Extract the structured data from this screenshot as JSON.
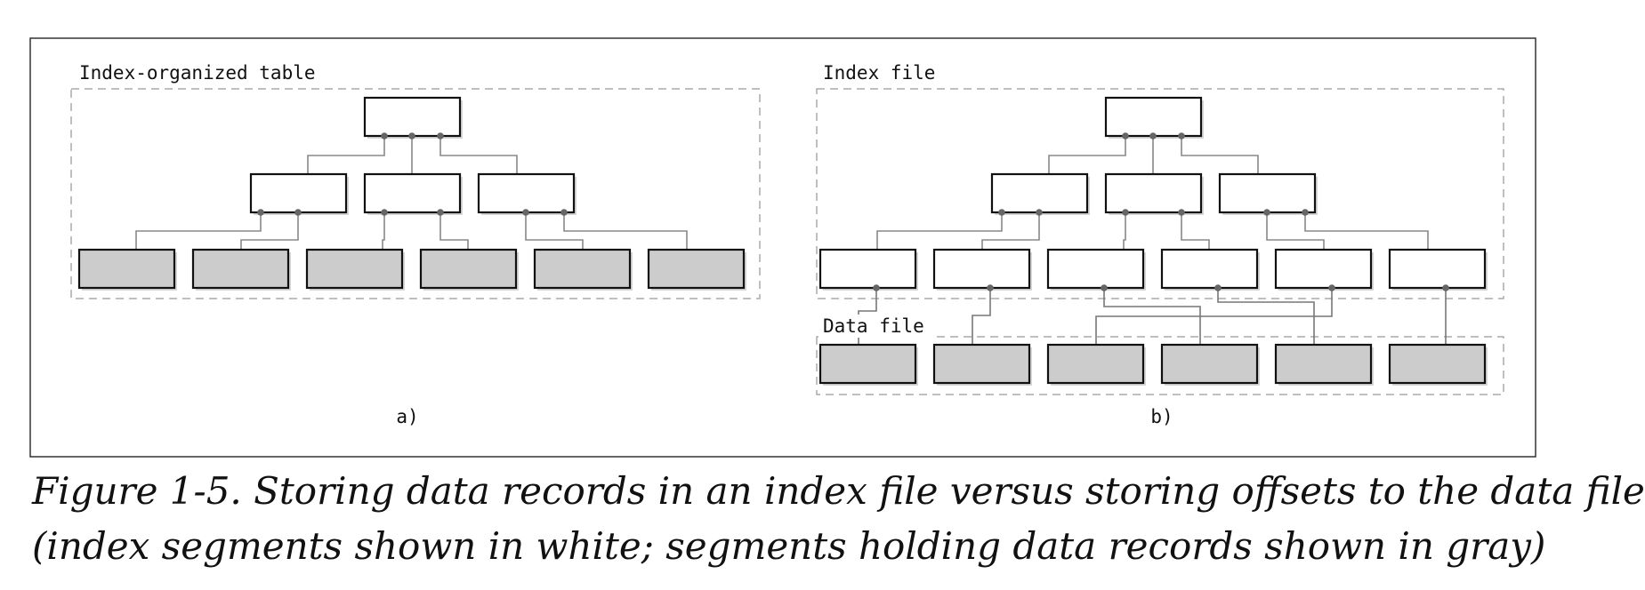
{
  "panels": {
    "a": {
      "region_label": "Index-organized table",
      "caption": "a)"
    },
    "b": {
      "index_region_label": "Index file",
      "data_region_label": "Data file",
      "caption": "b)"
    }
  },
  "legend_colors": {
    "index_segment": "#ffffff",
    "data_segment": "#cccccc",
    "connector": "#888888",
    "region_border": "#aaaaaa"
  },
  "caption": {
    "line1": "Figure 1-5. Storing data records in an index file versus storing offsets to the data file",
    "line2": "(index segments shown in white; segments holding data records shown in gray)"
  }
}
